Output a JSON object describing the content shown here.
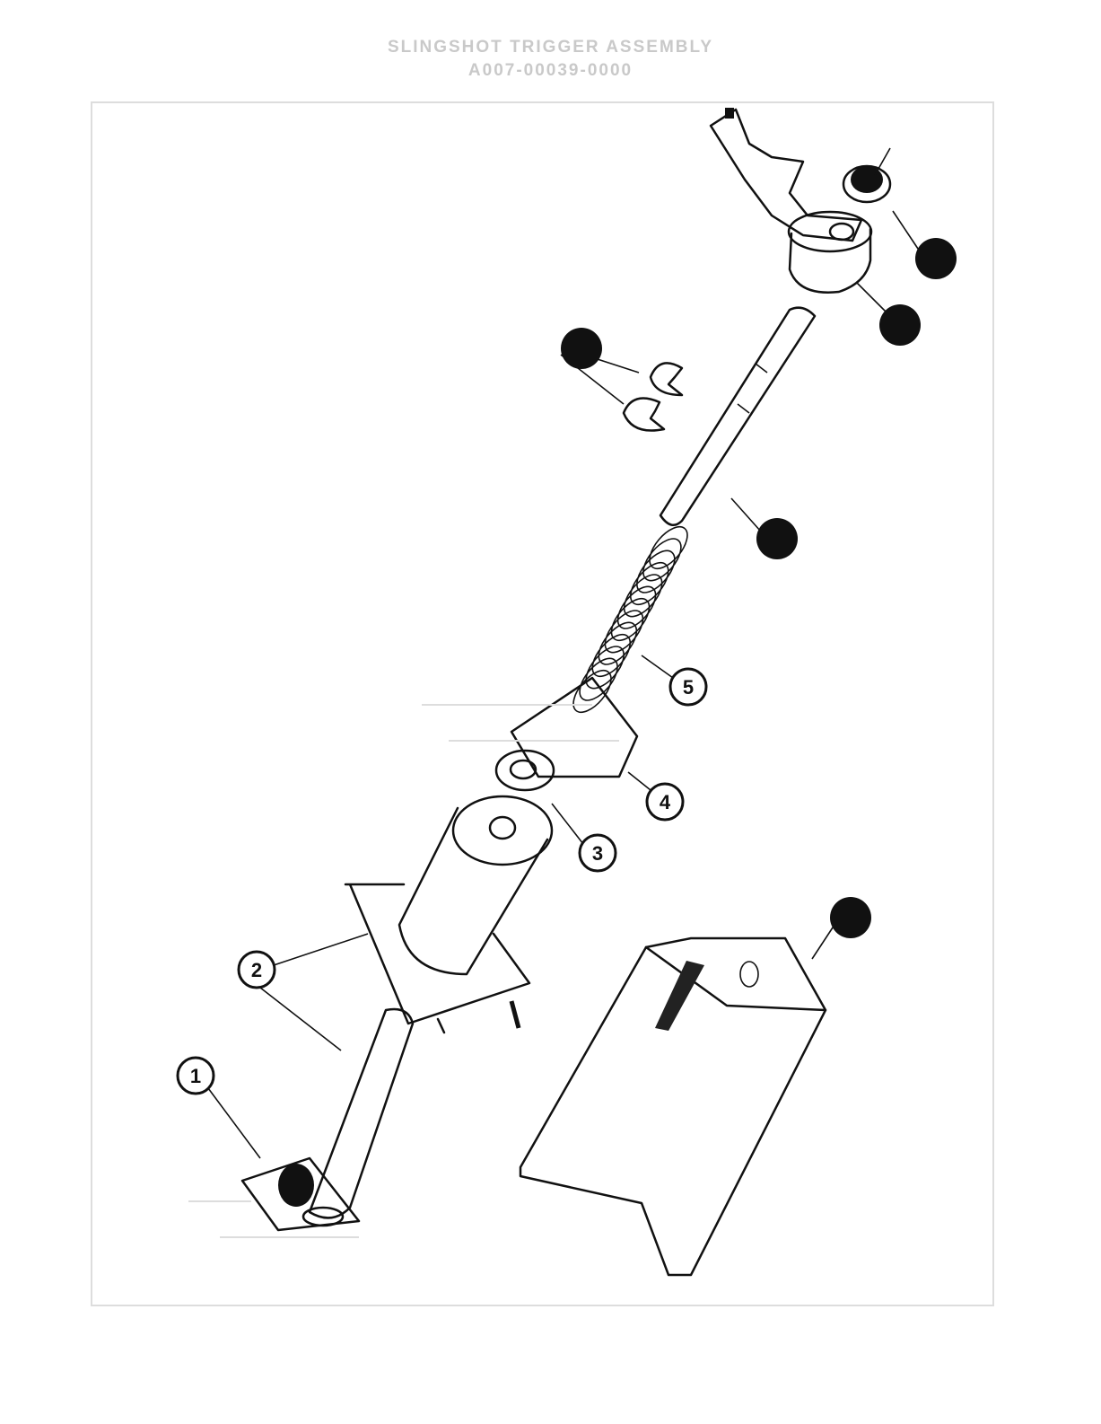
{
  "title": {
    "line1": "SLINGSHOT TRIGGER ASSEMBLY",
    "line2": "A007-00039-0000"
  },
  "callouts": [
    "1",
    "2",
    "3",
    "4",
    "5"
  ],
  "colors": {
    "line": "#111111",
    "frame": "#dddddd",
    "title": "#c9c9c9"
  }
}
